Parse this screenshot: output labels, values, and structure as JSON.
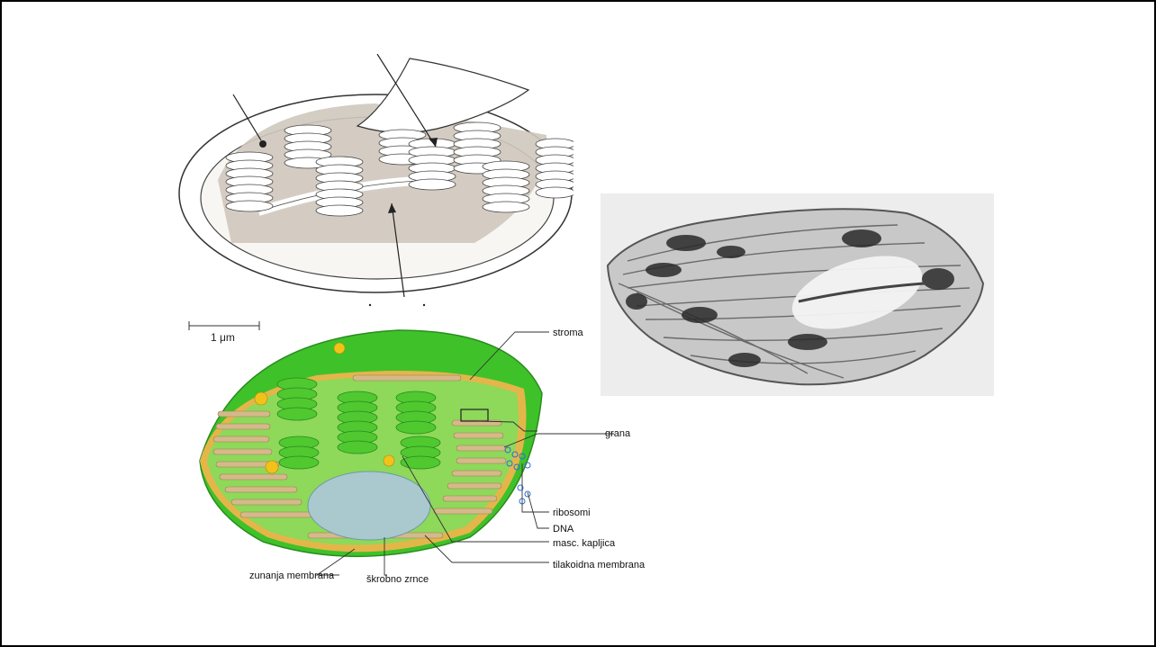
{
  "slide": {
    "scale_bar": {
      "label": "1 μm"
    },
    "bottom_diagram": {
      "labels": {
        "stroma": "stroma",
        "grana": "grana",
        "ribosomi": "ribosomi",
        "dna": "DNA",
        "masc_kapljica": "masc. kapljica",
        "tilakoidna_membrana": "tilakoidna membrana",
        "zunanja_membrana": "zunanja membrana",
        "skrobno_zrnce": "škrobno zrnce"
      }
    },
    "colors": {
      "chloroplast_green": "#3fc12a",
      "inner_green": "#8ed85a",
      "thylakoid_tan": "#d6b98a",
      "starch_blue": "#a9c9cf",
      "envelope_gold": "#e4b64a",
      "lipid_yellow": "#f2c21a",
      "micrograph_bg": "#d8d8d8"
    }
  }
}
